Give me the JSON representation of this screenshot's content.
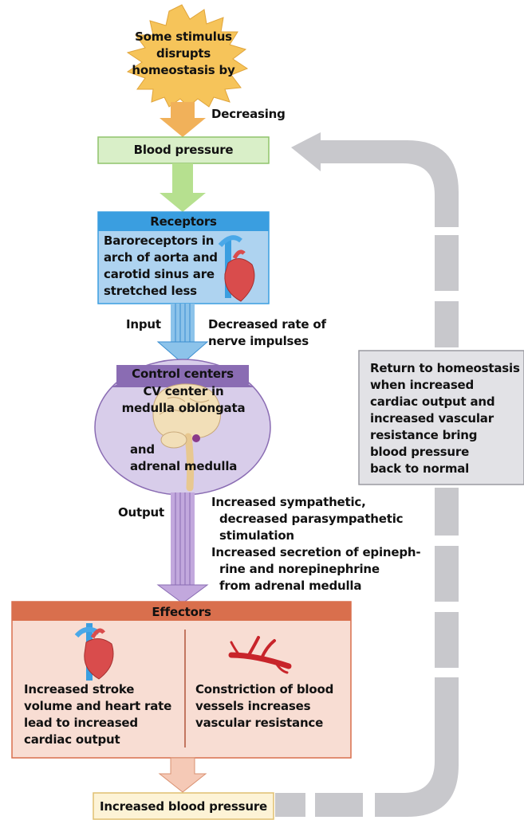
{
  "stimulus": {
    "lines": [
      "Some stimulus",
      "disrupts",
      "homeostasis by"
    ]
  },
  "change_label": "Decreasing",
  "variable_box": "Blood pressure",
  "receptors": {
    "header": "Receptors",
    "lines": [
      "Baroreceptors in",
      "arch of aorta and",
      "carotid sinus are",
      "stretched less"
    ]
  },
  "input": {
    "label": "Input",
    "lines": [
      "Decreased rate of",
      "nerve impulses"
    ]
  },
  "control": {
    "header": "Control centers",
    "lines": [
      "CV center in",
      "medulla oblongata"
    ],
    "lines2": [
      "and",
      "adrenal medulla"
    ]
  },
  "output": {
    "label": "Output",
    "lines": [
      "Increased sympathetic,",
      "decreased parasympathetic",
      "stimulation",
      "Increased secretion of epineph-",
      "rine and norepinephrine",
      "from adrenal medulla"
    ]
  },
  "effectors": {
    "header": "Effectors",
    "left_lines": [
      "Increased stroke",
      "volume and heart rate",
      "lead to increased",
      "cardiac output"
    ],
    "right_lines": [
      "Constriction of blood",
      "vessels increases",
      "vascular resistance"
    ]
  },
  "result_box": "Increased blood pressure",
  "return": {
    "lines": [
      "Return to homeostasis",
      "when increased",
      "cardiac output and",
      "increased vascular",
      "resistance bring",
      "blood pressure",
      "back to normal"
    ]
  },
  "colors": {
    "stimulus": "#f6c45a",
    "down_arrow_orange": "#f1b15a",
    "green_box": "#d9efc8",
    "green_arrow": "#b6e08f",
    "receptor_fill": "#aed3f0",
    "receptor_header": "#3a9ee0",
    "blue_arrow": "#8cc3ea",
    "control_fill": "#d8cdea",
    "control_header": "#8a6cb3",
    "purple_arrow": "#c2a8dd",
    "effector_fill": "#f8ddd3",
    "effector_header": "#d96f4d",
    "result_fill": "#fdf3d6",
    "feedback_gray": "#c8c8cc",
    "return_box": "#e2e2e6"
  }
}
